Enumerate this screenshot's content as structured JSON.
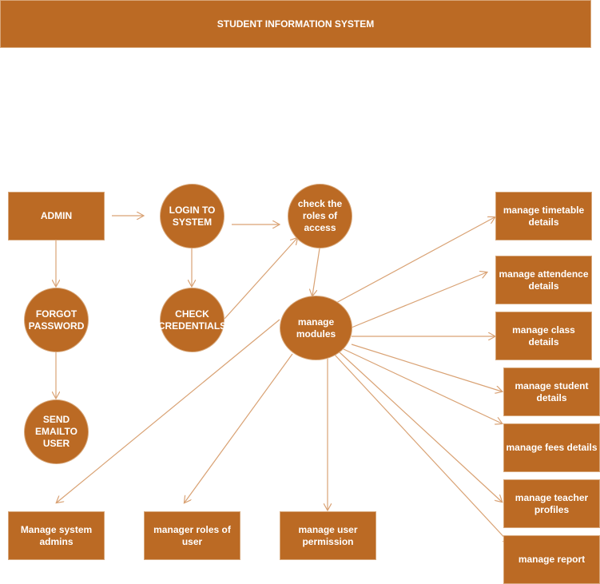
{
  "title": "STUDENT INFORMATION SYSTEM",
  "colors": {
    "node_fill": "#bb6a24",
    "edge": "#d9a274",
    "text": "#ffffff"
  },
  "nodes": {
    "admin": "ADMIN",
    "login": "LOGIN TO\nSYSTEM",
    "check_roles": "check the\nroles of\naccess",
    "forgot": "FORGOT\nPASSWORD",
    "check_credentials": "CHECK\nCREDENTIALS",
    "manage_modules": "manage\nmodules",
    "send_email": "SEND\nEMAILTO\nUSER",
    "timetable": "manage timetable\ndetails",
    "attendence": "manage attendence\ndetails",
    "class": "manage class details",
    "student": "manage student\ndetails",
    "fees": "manage fees details",
    "teacher": "manage teacher\nprofiles",
    "report": "manage report",
    "system_admins": "Manage system\nadmins",
    "roles_of_user": "manager roles of user",
    "user_permission": "manage user\npermission"
  }
}
